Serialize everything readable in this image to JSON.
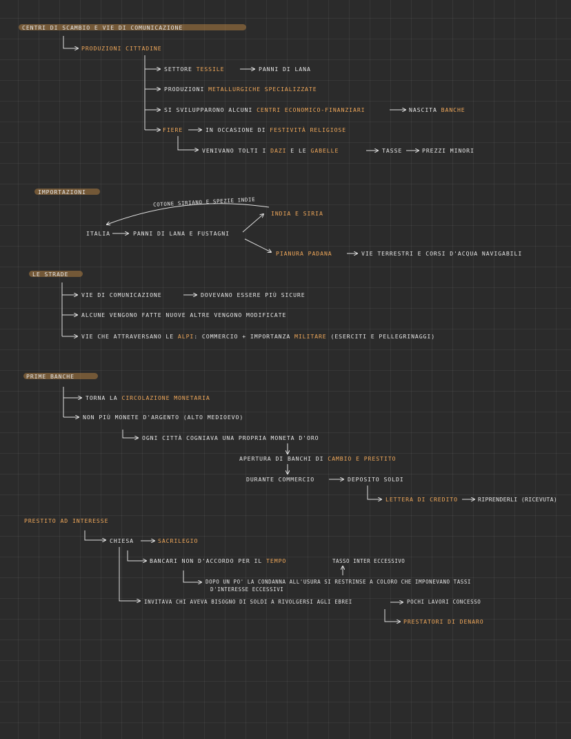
{
  "sections": {
    "centri": {
      "title": "CENTRI DI SCAMBIO E VIE DI COMUNICAZIONE",
      "produzioni": "PRODUZIONI CITTADINE",
      "settore": "SETTORE",
      "tessile": "TESSILE",
      "panni_lana": "PANNI DI LANA",
      "produzioni2": "PRODUZIONI",
      "metallurgiche": "METALLURGICHE SPECIALIZZATE",
      "si_sviluppano": "SI SVILUPPARONO ALCUNI",
      "centri_econ": "CENTRI ECONOMICO-FINANZIARI",
      "nascita": "NASCITA",
      "banche": "BANCHE",
      "fiere": "FIERE",
      "occasione": "IN OCCASIONE DI",
      "festivita": "FESTIVITÀ RELIGIOSE",
      "venivano": "VENIVANO TOLTI I",
      "dazi": "DAZI",
      "e_le": "E LE",
      "gabelle": "GABELLE",
      "tasse": "TASSE",
      "prezzi": "PREZZI MINORI"
    },
    "importazioni": {
      "title": "IMPORTAZIONI",
      "cotone": "COTONE SIRIANO E SPEZIE INDIE",
      "india": "INDIA E SIRIA",
      "italia": "ITALIA",
      "panni": "PANNI DI LANA E FUSTAGNI",
      "pianura": "PIANURA PADANA",
      "vie_terrestri": "VIE TERRESTRI E CORSI D'ACQUA NAVIGABILI"
    },
    "strade": {
      "title": "LE STRADE",
      "vie": "VIE DI COMUNICAZIONE",
      "dovevano": "DOVEVANO ESSERE PIÙ SICURE",
      "alcune": "ALCUNE VENGONO FATTE NUOVE ALTRE VENGONO MODIFICATE",
      "alpi_pre": "VIE CHE ATTRAVERSANO LE",
      "alpi": "ALPI",
      "commercio": ": COMMERCIO + IMPORTANZA",
      "militare": "MILITARE",
      "eserciti": "(ESERCITI E PELLEGRINAGGI)"
    },
    "banche": {
      "title": "PRIME BANCHE",
      "torna": "TORNA LA",
      "circolazione": "CIRCOLAZIONE MONETARIA",
      "non_piu": "NON PIÙ MONETE D'ARGENTO (ALTO MEDIOEVO)",
      "ogni": "OGNI CITTÀ COGNIAVA UNA PROPRIA MONETA D'ORO",
      "apertura": "APERTURA DI BANCHI DI",
      "cambio": "CAMBIO E PRESTITO",
      "durante": "DURANTE COMMERCIO",
      "deposito": "DEPOSITO SOLDI",
      "lettera": "LETTERA DI CREDITO",
      "riprenderli": "RIPRENDERLI (RICEVUTA)"
    },
    "prestito": {
      "title": "PRESTITO AD INTERESSE",
      "chiesa": "CHIESA",
      "sacrilegio": "SACRILEGIO",
      "bancari": "BANCARI NON D'ACCORDO PER IL",
      "tempo": "TEMPO",
      "tasso": "TASSO INTER ECCESSIVO",
      "dopo": "DOPO UN PO' LA CONDANNA ALL'USURA SI RESTRINSE A COLORO CHE IMPONEVANO TASSI",
      "dopo2": "D'INTERESSE ECCESSIVI",
      "invitava": "INVITAVA CHI AVEVA BISOGNO DI SOLDI A RIVOLGERSI AGLI EBREI",
      "pochi": "POCHI LAVORI CONCESSO",
      "prestatori": "PRESTATORI DI DENARO"
    }
  },
  "colors": {
    "background": "#2b2b2b",
    "ink": "#e6e6e6",
    "accent": "#f0a85a",
    "highlight": "#d69648"
  }
}
